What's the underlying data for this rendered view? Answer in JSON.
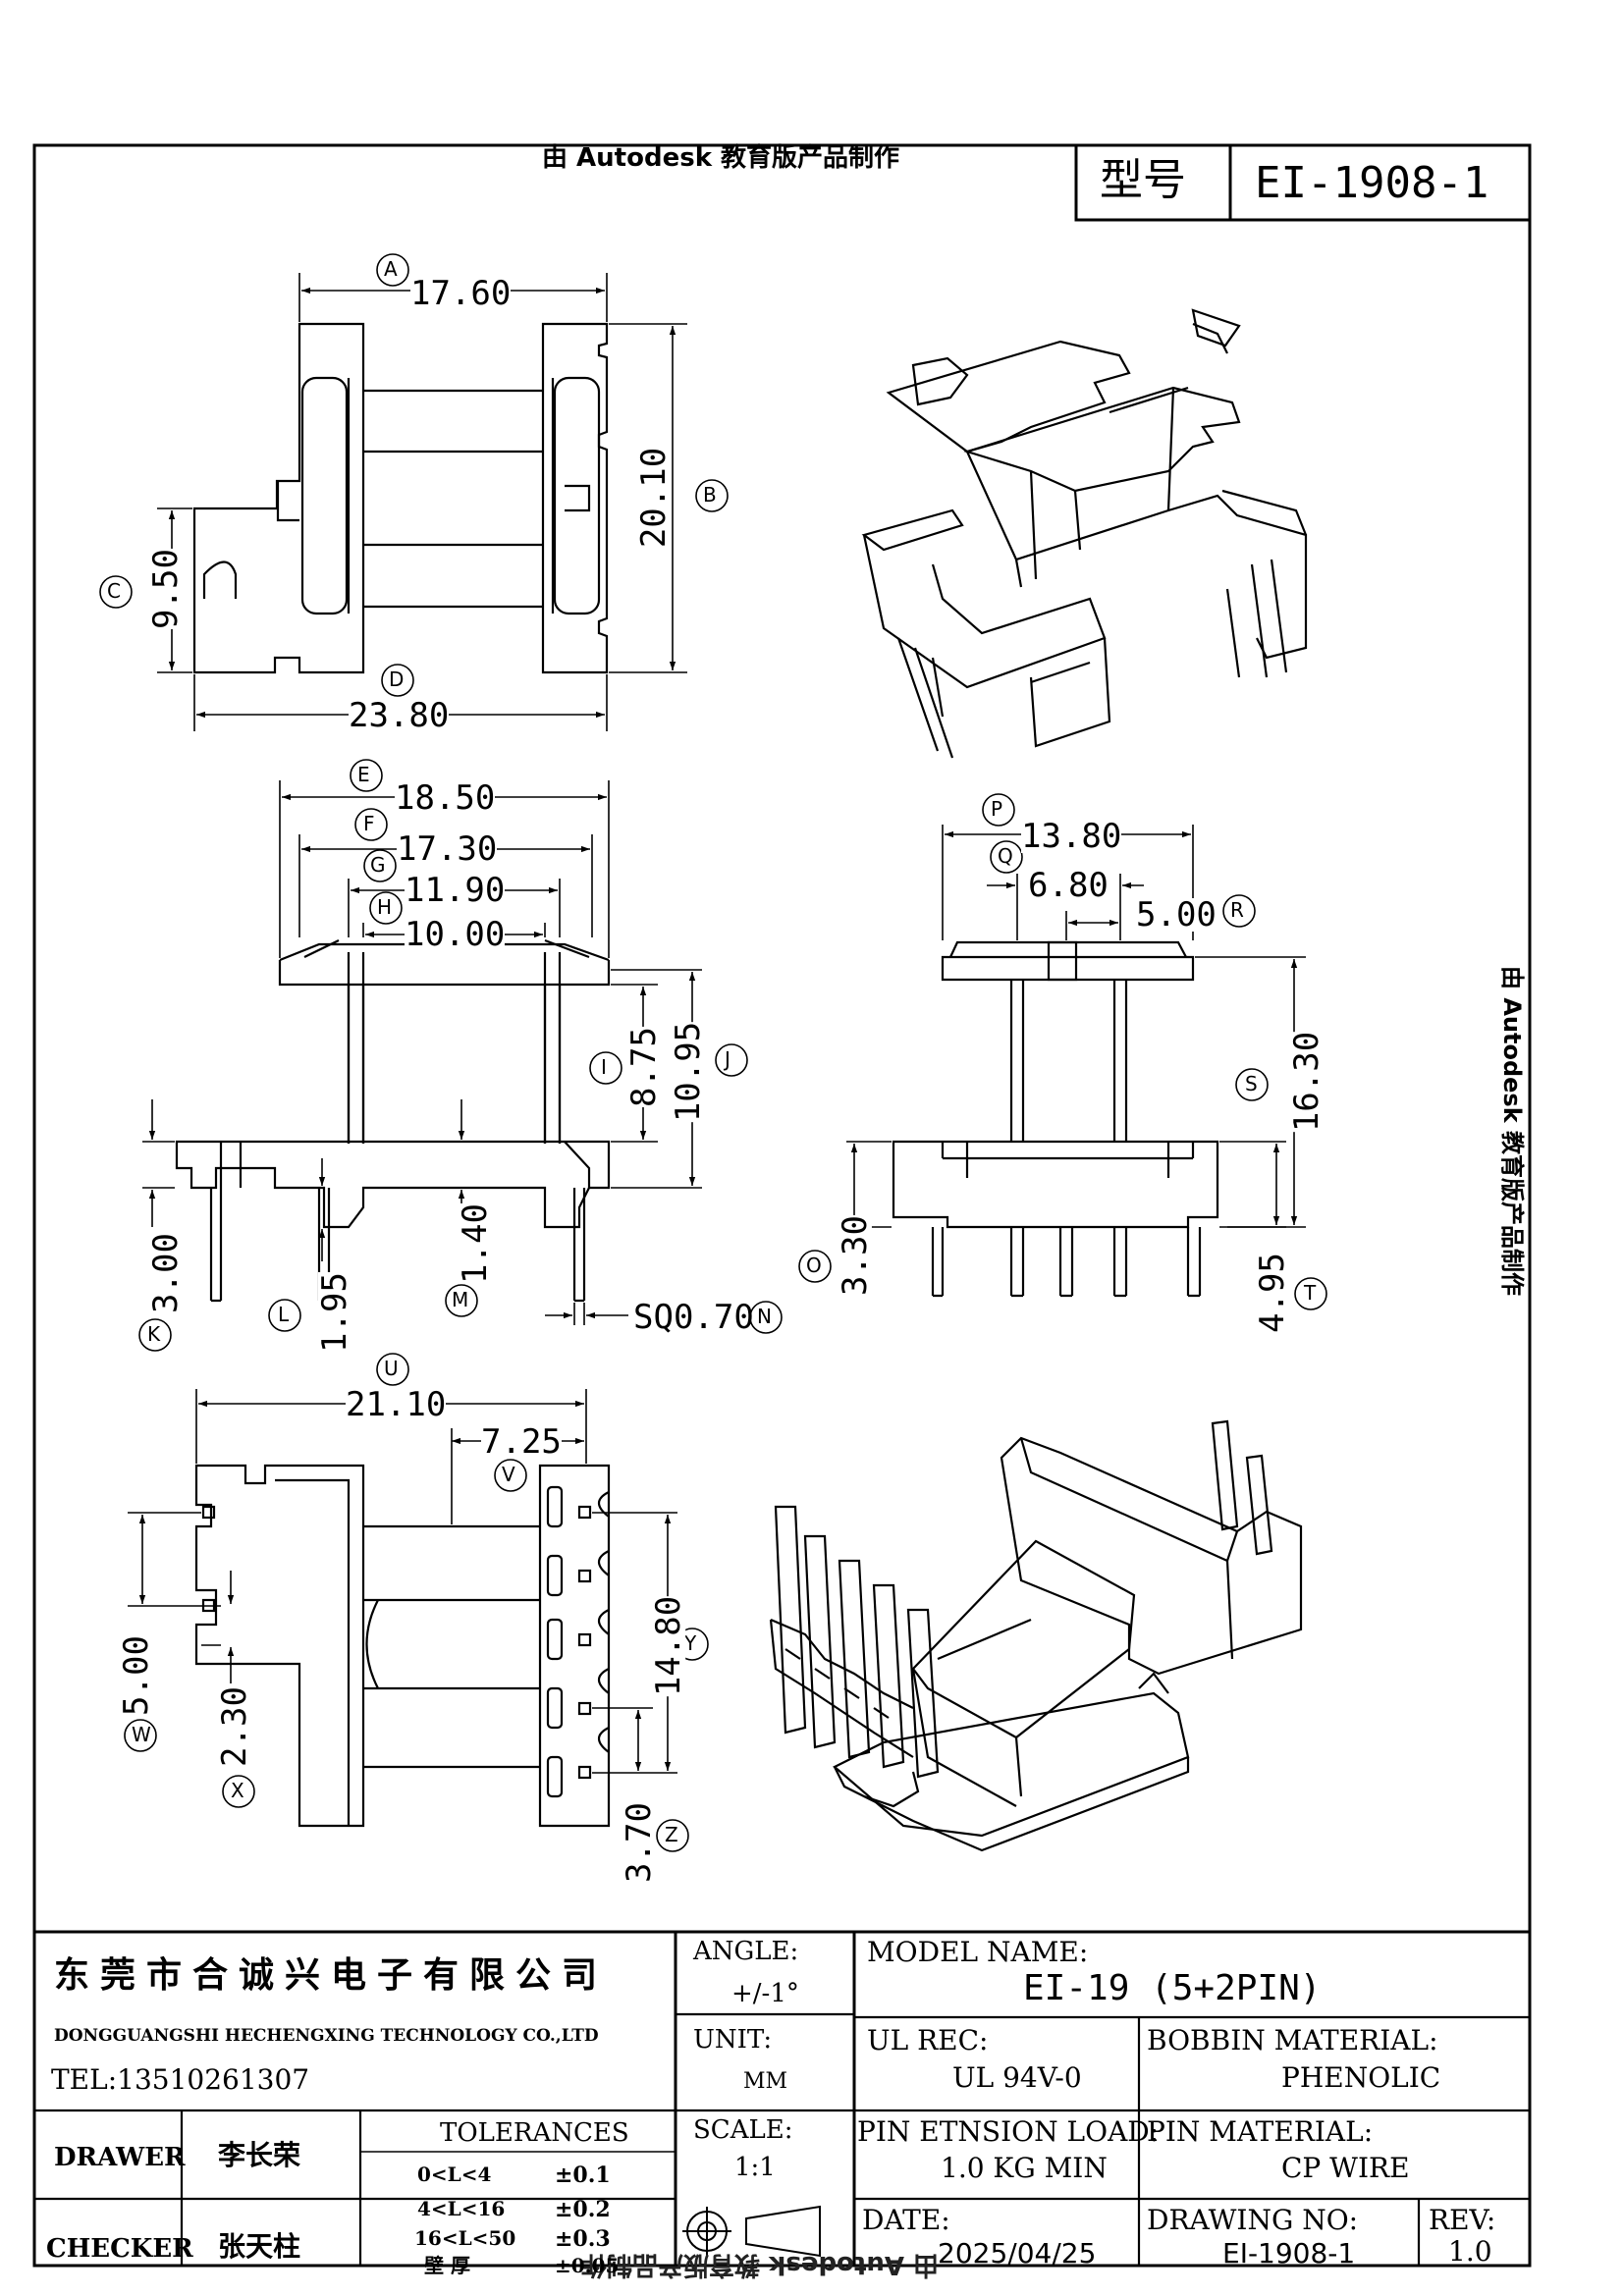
{
  "watermark": "由 Autodesk 教育版产品制作",
  "header": {
    "model_label": "型号",
    "model_value": "EI-1908-1"
  },
  "dimensions": {
    "A": "17.60",
    "B": "20.10",
    "C": "9.50",
    "D": "23.80",
    "E": "18.50",
    "F": "17.30",
    "G": "11.90",
    "H": "10.00",
    "I": "8.75",
    "J": "10.95",
    "K": "3.00",
    "L": "1.95",
    "M": "1.40",
    "N": "SQ0.70",
    "P": "13.80",
    "Q": "6.80",
    "R": "5.00",
    "S": "16.30",
    "O": "3.30",
    "T": "4.95",
    "U": "21.10",
    "V": "7.25",
    "W": "5.00",
    "X": "2.30",
    "Y": "14.80",
    "Z": "3.70"
  },
  "title_block": {
    "company_cn": "东莞市合诚兴电子有限公司",
    "company_en": "DONGGUANGSHI HECHENGXING TECHNOLOGY CO.,LTD",
    "tel": "TEL:13510261307",
    "drawer_label": "DRAWER",
    "drawer_name": "李长荣",
    "checker_label": "CHECKER",
    "checker_name": "张天柱",
    "tolerances_label": "TOLERANCES",
    "tolerances": [
      {
        "range": "0<L<4",
        "value": "±0.1"
      },
      {
        "range": "4<L<16",
        "value": "±0.2"
      },
      {
        "range": "16<L<50",
        "value": "±0.3"
      },
      {
        "range": "壁  厚",
        "value": "±0.05"
      }
    ],
    "angle_label": "ANGLE:",
    "angle_value": "+/-1°",
    "unit_label": "UNIT:",
    "unit_value": "MM",
    "scale_label": "SCALE:",
    "scale_value": "1:1",
    "model_name_label": "MODEL NAME:",
    "model_name_value": "EI-19 (5+2PIN)",
    "ul_rec_label": "UL REC:",
    "ul_rec_value": "UL 94V-0",
    "bobbin_material_label": "BOBBIN MATERIAL:",
    "bobbin_material_value": "PHENOLIC",
    "pin_load_label": "PIN ETNSION LOAD:",
    "pin_load_value": "1.0 KG MIN",
    "pin_material_label": "PIN MATERIAL:",
    "pin_material_value": "CP WIRE",
    "date_label": "DATE:",
    "date_value": "2025/04/25",
    "drawing_no_label": "DRAWING NO:",
    "drawing_no_value": "EI-1908-1",
    "rev_label": "REV:",
    "rev_value": "1.0"
  }
}
